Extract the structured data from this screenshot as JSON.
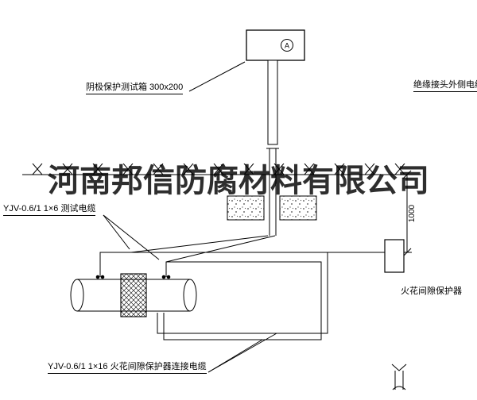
{
  "watermark": "河南邦信防腐材料有限公司",
  "labels": {
    "test_box": "阴极保护测试箱 300x200",
    "insulated_joint_cable": "绝缘接头外侧电缆",
    "test_cable": "YJV-0.6/1  1×6  测试电缆",
    "spark_gap_protector": "火花间隙保护器",
    "protector_cable": "YJV-0.6/1  1×16  火花间隙保护器连接电缆"
  },
  "dimension": {
    "value": "1000"
  },
  "ammeter": {
    "symbol": "A"
  },
  "colors": {
    "line": "#000000",
    "background": "#ffffff",
    "watermark": "#1a1a1a"
  }
}
